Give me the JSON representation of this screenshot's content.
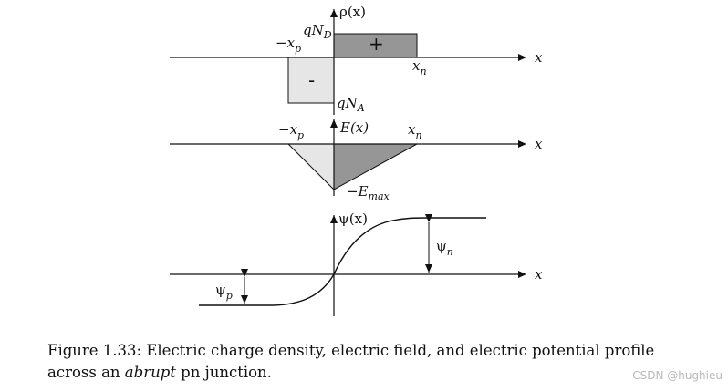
{
  "panel_charge": {
    "axis_y_label": "ρ(x)",
    "axis_x_label": "x",
    "qnd_q": "qN",
    "qnd_sub": "D",
    "qna_q": "qN",
    "qna_sub": "A",
    "xp_minus": "−x",
    "xp_sub": "p",
    "xn_main": "x",
    "xn_sub": "n",
    "plus_sign": "+",
    "minus_sign": "-"
  },
  "panel_field": {
    "axis_y_label": "E(x)",
    "axis_x_label": "x",
    "xp_minus": "−x",
    "xp_sub": "p",
    "xn_main": "x",
    "xn_sub": "n",
    "emax_main": "−E",
    "emax_sub": "max"
  },
  "panel_potential": {
    "axis_y_label": "ψ(x)",
    "axis_x_label": "x",
    "psi_n_main": "ψ",
    "psi_n_sub": "n",
    "psi_p_main": "ψ",
    "psi_p_sub": "p"
  },
  "caption": {
    "line1": "Figure 1.33: Electric charge density, electric field, and electric potential profile",
    "line2_pre": "across an ",
    "line2_em": "abrupt",
    "line2_post": " pn junction."
  },
  "watermark": "CSDN @hughieu",
  "colors": {
    "n_region_fill": "#969696",
    "p_region_fill": "#e6e6e6",
    "line": "#111111"
  }
}
